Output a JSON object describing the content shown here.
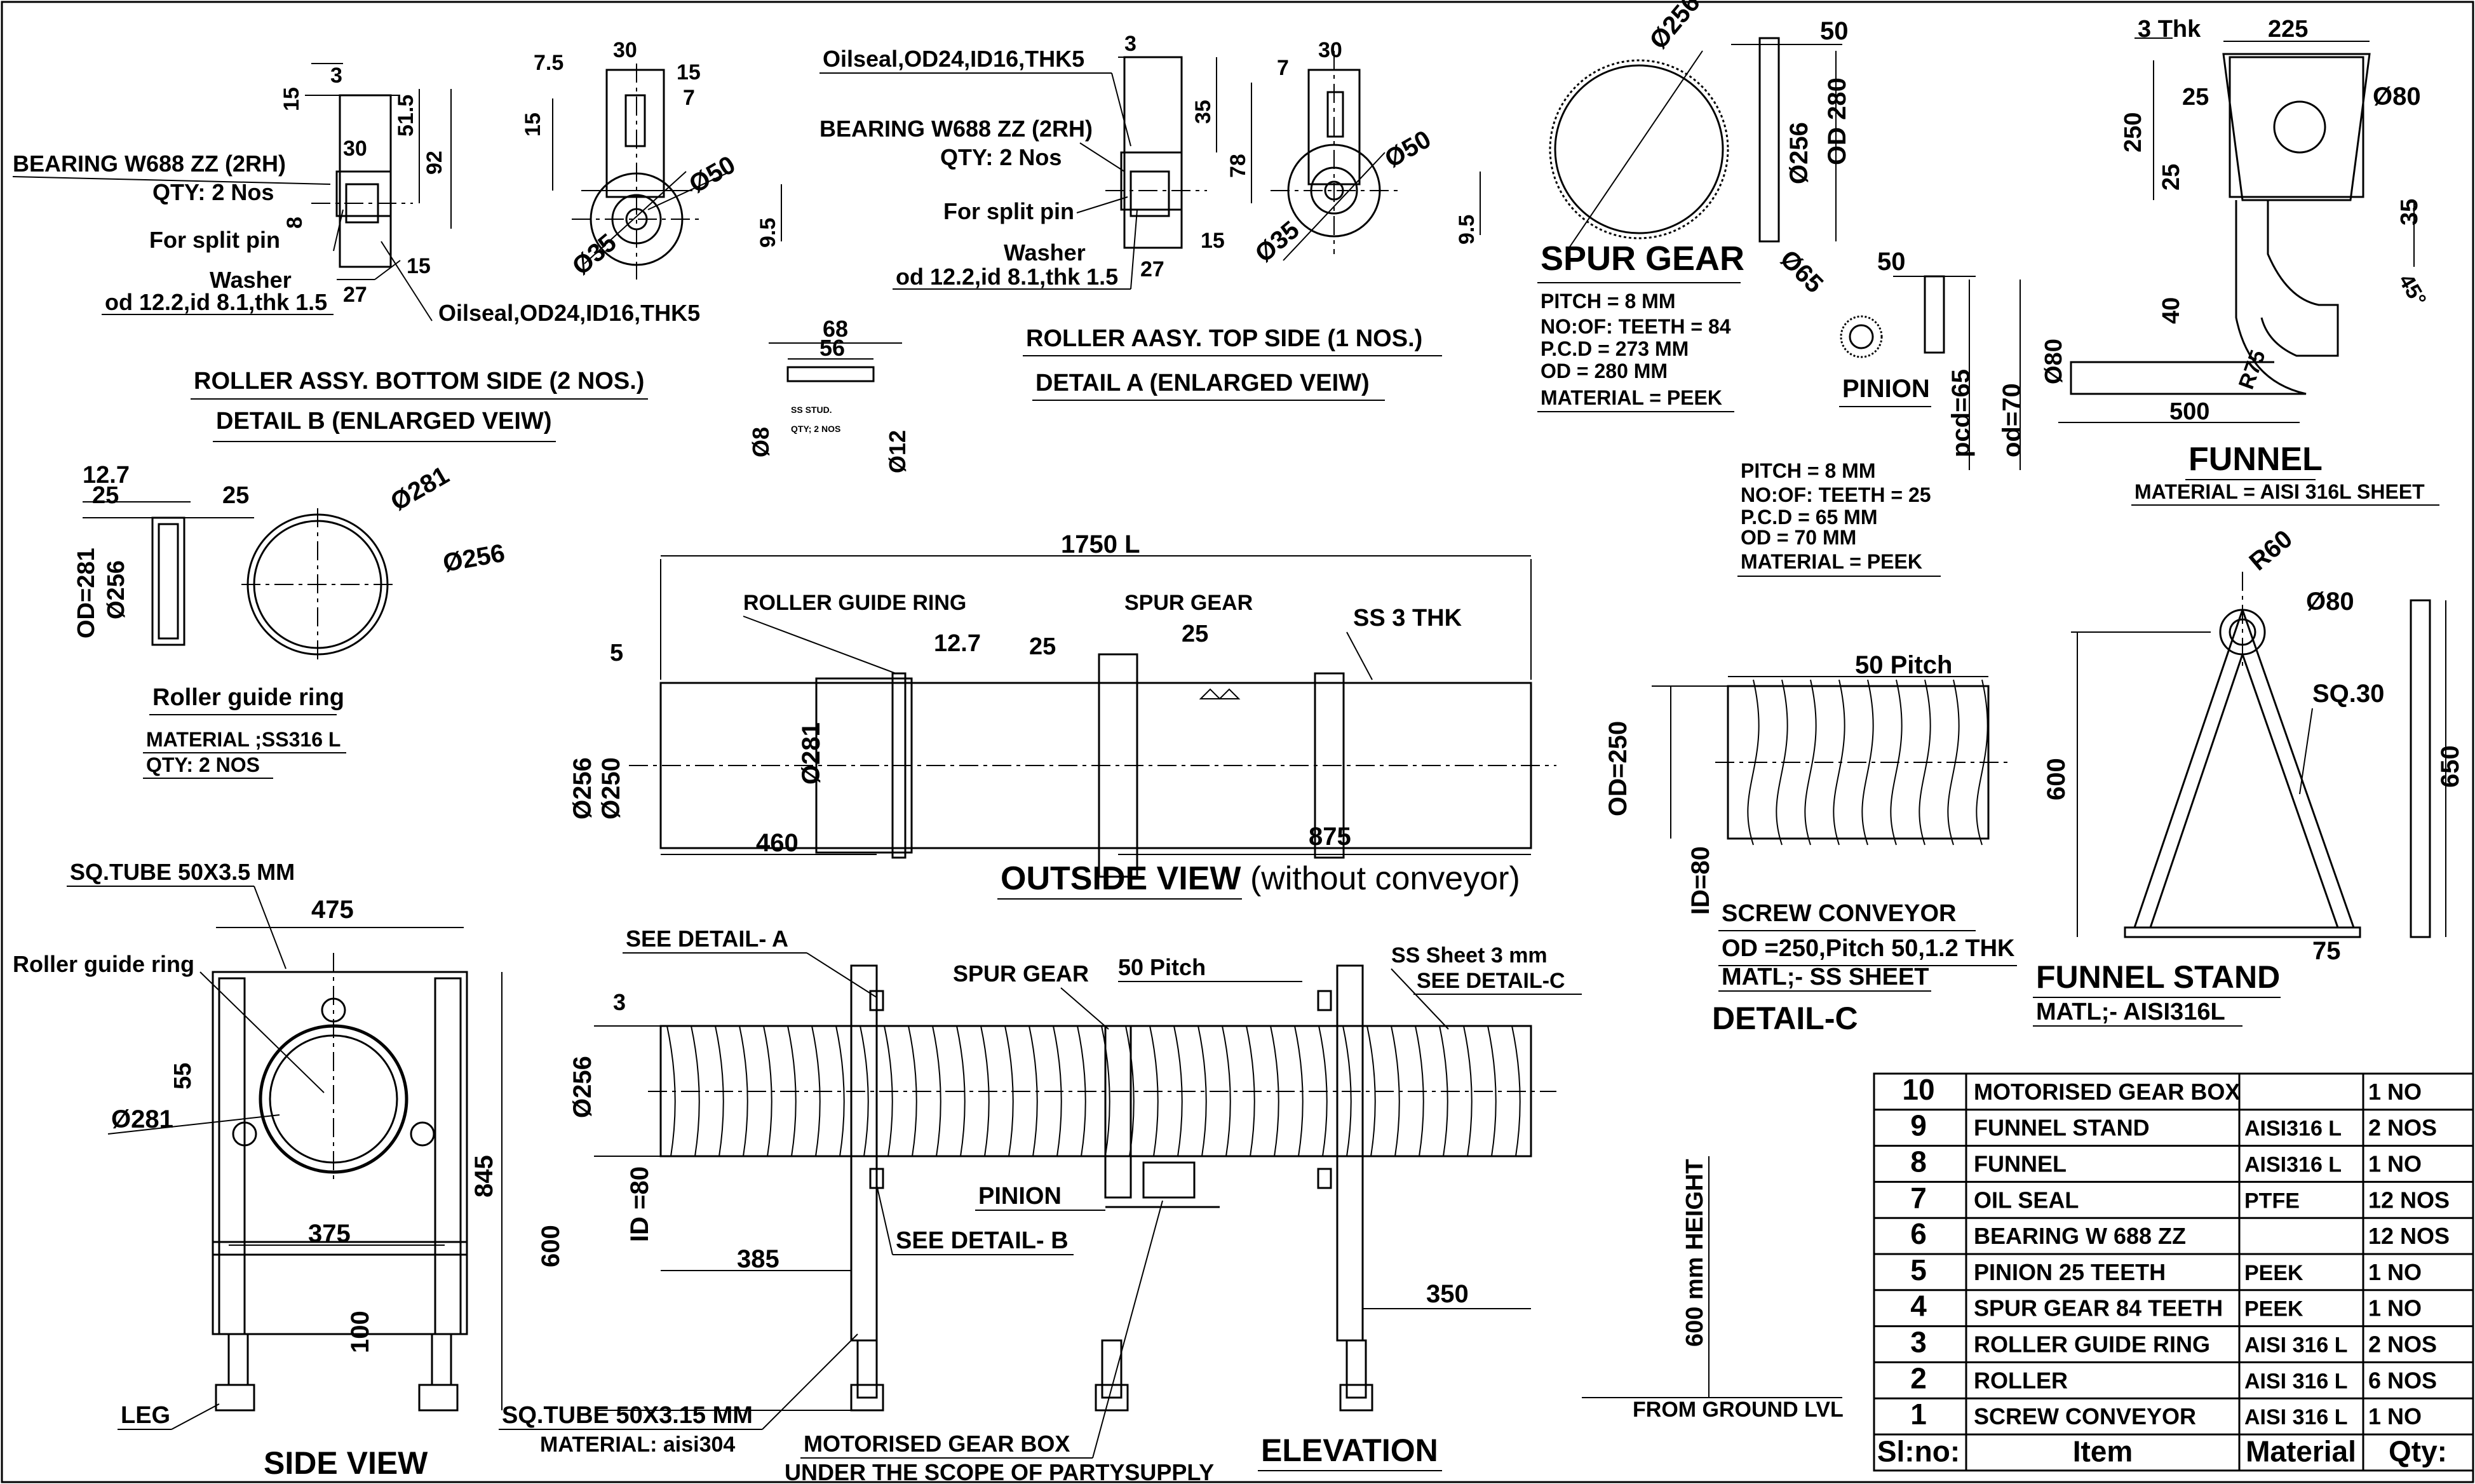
{
  "detail_b": {
    "bearing": "BEARING W688 ZZ (2RH)",
    "qty": "QTY: 2 Nos",
    "split_pin": "For split pin",
    "washer": "Washer",
    "washer_spec": "od 12.2,id 8.1,thk 1.5",
    "oilseal": "Oilseal,OD24,ID16,THK5",
    "title1": "ROLLER ASSY. BOTTOM SIDE (2 NOS.)",
    "title2": "DETAIL B (ENLARGED VEIW)",
    "dims": {
      "d3": "3",
      "d15": "15",
      "d30": "30",
      "d51": "51.5",
      "d92": "92",
      "d8": "8",
      "d15b": "15",
      "d27": "27",
      "d7_5": "7.5",
      "d30b": "30",
      "d15c": "15",
      "d7": "7",
      "d15d": "15",
      "d50": "Ø50",
      "d35": "Ø35",
      "d9_5": "9.5"
    }
  },
  "detail_a": {
    "oilseal": "Oilseal,OD24,ID16,THK5",
    "bearing": "BEARING W688 ZZ (2RH)",
    "qty": "QTY: 2 Nos",
    "split_pin": "For split pin",
    "washer": "Washer",
    "washer_spec": "od 12.2,id 8.1,thk 1.5",
    "title1": "ROLLER AASY. TOP SIDE (1 NOS.)",
    "title2": "DETAIL A (ENLARGED VEIW)",
    "dims": {
      "d3": "3",
      "d35": "35",
      "d15": "15",
      "d27": "27",
      "d7": "7",
      "d30": "30",
      "d78": "78",
      "d50": "Ø50",
      "d35b": "Ø35",
      "d9_5": "9.5"
    }
  },
  "stud": {
    "d68": "68",
    "d56": "56",
    "d8": "Ø8",
    "d12": "Ø12",
    "label1": "SS STUD.",
    "label2": "QTY; 2 NOS"
  },
  "spur_gear": {
    "d256": "Ø256",
    "d50": "50",
    "d256b": "Ø256",
    "od280": "OD 280",
    "title": "SPUR GEAR",
    "pitch": "PITCH = 8 MM",
    "teeth": "NO:OF: TEETH = 84",
    "pcd": "P.C.D = 273 MM",
    "od": "OD = 280 MM",
    "material": "MATERIAL = PEEK"
  },
  "pinion": {
    "d65": "Ø65",
    "d50": "50",
    "title": "PINION",
    "pcd65": "pcd=65",
    "od70": "od=70",
    "pitch": "PITCH = 8 MM",
    "teeth": "NO:OF: TEETH = 25",
    "pcd": "P.C.D = 65 MM",
    "od": "OD = 70 MM",
    "material": "MATERIAL = PEEK"
  },
  "funnel": {
    "thk": "3 Thk",
    "d225": "225",
    "d80": "Ø80",
    "d25": "25",
    "d250": "250",
    "d25b": "25",
    "d35": "35",
    "d40": "40",
    "d45": "45°",
    "d80b": "Ø80",
    "d500": "500",
    "r75": "R75",
    "title": "FUNNEL",
    "material": "MATERIAL = AISI 316L SHEET"
  },
  "ring": {
    "d12_7": "12.7",
    "d25": "25",
    "d25b": "25",
    "od281": "OD=281",
    "d256": "Ø256",
    "d281": "Ø281",
    "d256b": "Ø256",
    "title": "Roller guide ring",
    "material": "MATERIAL ;SS316 L",
    "qty": "QTY: 2 NOS"
  },
  "outside": {
    "d1750": "1750 L",
    "guide": "ROLLER GUIDE  RING",
    "spur": "SPUR GEAR",
    "ss3": "SS 3 THK",
    "d5": "5",
    "d12_7": "12.7",
    "d25": "25",
    "d25b": "25",
    "d256": "Ø256",
    "d250": "Ø250",
    "d281": "Ø281",
    "d460": "460",
    "d875": "875",
    "title": "OUTSIDE VIEW",
    "title_sub": "(without conveyor)"
  },
  "screw": {
    "pitch": "50 Pitch",
    "od": "OD=250",
    "id": "ID=80",
    "title": "SCREW CONVEYOR",
    "spec": "OD =250,Pitch 50,1.2 THK",
    "matl": "MATL;- SS SHEET",
    "detail": "DETAIL-C"
  },
  "stand": {
    "r60": "R60",
    "d80": "Ø80",
    "sq30": "SQ.30",
    "d600": "600",
    "d650": "650",
    "d75": "75",
    "title": "FUNNEL STAND",
    "matl": "MATL;- AISI316L"
  },
  "side": {
    "tube": "SQ.TUBE 50X3.5 MM",
    "d475": "475",
    "ring": "Roller guide ring",
    "d55": "55",
    "d281": "Ø281",
    "d375": "375",
    "d845": "845",
    "d100": "100",
    "leg": "LEG",
    "title": "SIDE VIEW"
  },
  "elev": {
    "see_a": "SEE DETAIL- A",
    "spur": "SPUR GEAR",
    "pitch": "50 Pitch",
    "sheet": "SS Sheet 3 mm",
    "see_c": "SEE DETAIL-C",
    "d3": "3",
    "d256": "Ø256",
    "pinion": "PINION",
    "see_b": "SEE DETAIL- B",
    "id80": "ID =80",
    "d600": "600",
    "d385": "385",
    "d350": "350",
    "height": "600 mm HEIGHT",
    "ground": "FROM GROUND LVL",
    "tube": "SQ.TUBE 50X3.15 MM",
    "tube_mat": "MATERIAL: aisi304",
    "gearbox": "MOTORISED GEAR BOX",
    "scope": "UNDER THE SCOPE OF PARTYSUPPLY",
    "title": "ELEVATION"
  },
  "bom": {
    "header": [
      "Sl:no:",
      "Item",
      "Material",
      "Qty:"
    ],
    "rows": [
      [
        "10",
        "MOTORISED GEAR BOX",
        "",
        "1 NO"
      ],
      [
        "9",
        "FUNNEL STAND",
        "AISI316 L",
        "2 NOS"
      ],
      [
        "8",
        "FUNNEL",
        "AISI316 L",
        "1 NO"
      ],
      [
        "7",
        "OIL SEAL",
        "PTFE",
        "12 NOS"
      ],
      [
        "6",
        "BEARING W 688 ZZ",
        "",
        "12 NOS"
      ],
      [
        "5",
        "PINION 25 TEETH",
        "PEEK",
        "1 NO"
      ],
      [
        "4",
        "SPUR GEAR 84 TEETH",
        "PEEK",
        "1 NO"
      ],
      [
        "3",
        "ROLLER GUIDE RING",
        "AISI 316 L",
        "2 NOS"
      ],
      [
        "2",
        "ROLLER",
        "AISI 316 L",
        "6 NOS"
      ],
      [
        "1",
        "SCREW CONVEYOR",
        "AISI 316 L",
        "1 NO"
      ]
    ]
  }
}
